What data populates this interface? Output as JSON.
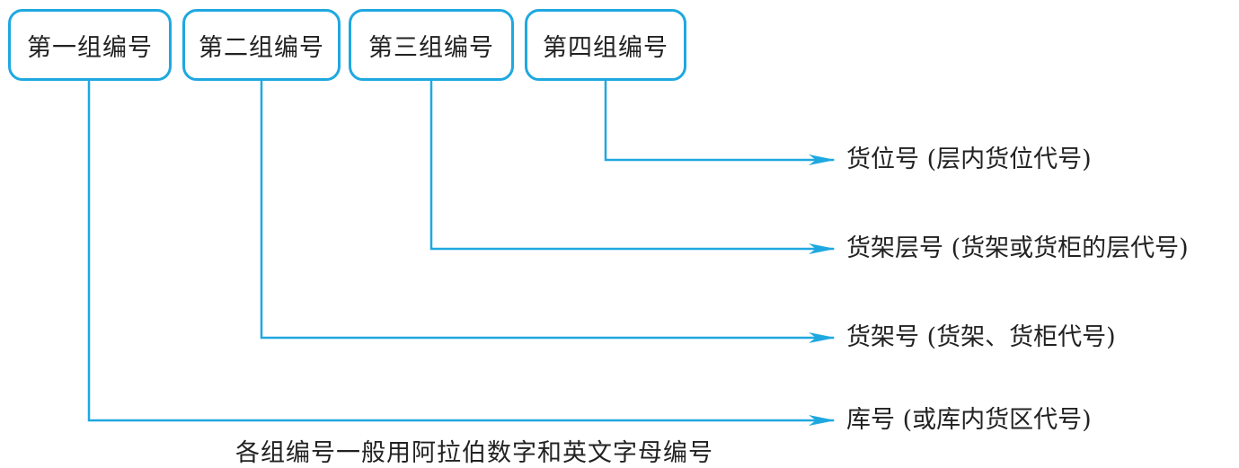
{
  "groups": [
    {
      "label": "第一组编号"
    },
    {
      "label": "第二组编号"
    },
    {
      "label": "第三组编号"
    },
    {
      "label": "第四组编号"
    }
  ],
  "targets": [
    {
      "label": "货位号 (层内货位代号)"
    },
    {
      "label": "货架层号 (货架或货柜的层代号)"
    },
    {
      "label": "货架号 (货架、货柜代号)"
    },
    {
      "label": "库号 (或库内货区代号)"
    }
  ],
  "footer": "各组编号一般用阿拉伯数字和英文字母编号",
  "colors": {
    "accent": "#1fa8e0",
    "text": "#222222"
  }
}
